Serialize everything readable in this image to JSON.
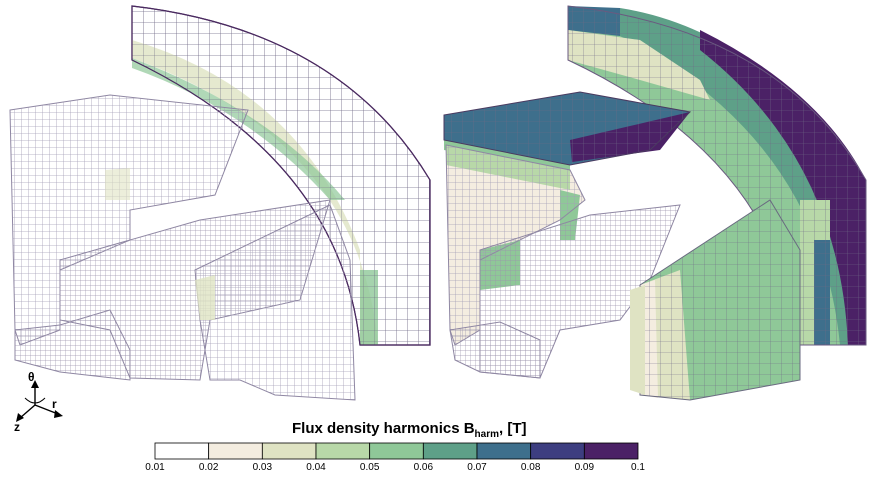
{
  "legend": {
    "title_main": "Flux density harmonics B",
    "title_sub": "harm",
    "title_unit": ", [T]",
    "ticks": [
      "0.01",
      "0.02",
      "0.03",
      "0.04",
      "0.05",
      "0.06",
      "0.07",
      "0.08",
      "0.09",
      "0.1"
    ],
    "colors": [
      "#ffffff",
      "#f4ede0",
      "#dfe3c3",
      "#b8d8a8",
      "#8fc898",
      "#5ea088",
      "#3e6f8c",
      "#3d3e80",
      "#4b2166"
    ]
  },
  "axes": {
    "theta": "θ",
    "r": "r",
    "z": "z"
  },
  "colors": {
    "mesh_line": "#8f87a3",
    "mesh_dark": "#4a2a60"
  }
}
